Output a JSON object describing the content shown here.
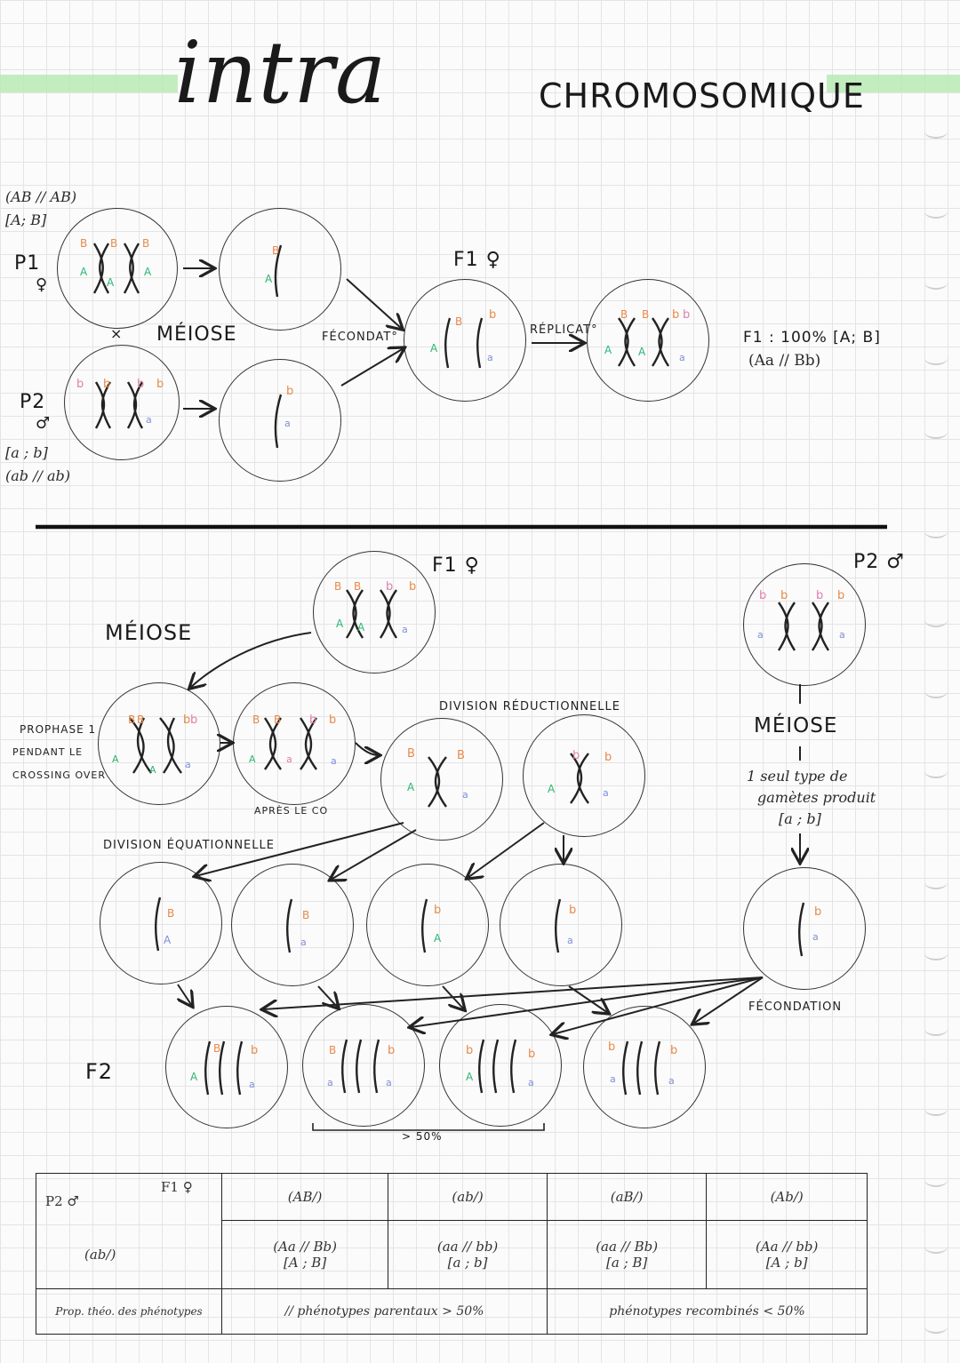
{
  "title": {
    "main": "intra",
    "sub": "CHROMOSOMIQUE"
  },
  "top": {
    "p1": {
      "genotype": "(AB // AB)",
      "phenotype": "[A; B]",
      "name": "P1",
      "sex": "♀"
    },
    "p2": {
      "genotype": "(ab // ab)",
      "phenotype": "[a ; b]",
      "name": "P2",
      "sex": "♂"
    },
    "cross": "×",
    "meiose": "MÉIOSE",
    "fecondat": "FÉCONDAT°",
    "f1": "F1 ♀",
    "replicat": "RÉPLICAT°",
    "result_line1": "F1 : 100% [A; B]",
    "result_line2": "(Aa // Bb)"
  },
  "bottom": {
    "f1": "F1 ♀",
    "p2": "P2 ♂",
    "meiose": "MÉIOSE",
    "prophase": [
      "PROPHASE 1",
      "PENDANT LE",
      "CROSSING OVER"
    ],
    "apres_co": "APRÈS LE CO",
    "div_reduc": "DIVISION RÉDUCTIONNELLE",
    "div_equa": "DIVISION ÉQUATIONNELLE",
    "meiose_p2": "MÉIOSE",
    "p2_note": [
      "1 seul type de",
      "gamètes produit",
      "[a ; b]"
    ],
    "fecondation": "FÉCONDATION",
    "f2": "F2",
    "pct": "> 50%"
  },
  "table": {
    "corner_f1": "F1 ♀",
    "corner_p2": "P2 ♂",
    "gamete_f1": [
      "(AB/)",
      "(ab/)",
      "(aB/)",
      "(Ab/)"
    ],
    "gamete_p2": "(ab/)",
    "geno": [
      "(Aa // Bb)",
      "(aa // bb)",
      "(aa // Bb)",
      "(Aa // bb)"
    ],
    "pheno": [
      "[A ; B]",
      "[a ; b]",
      "[a ; B]",
      "[A ; b]"
    ],
    "footer_label": "Prop. théo. des phénotypes",
    "footer_parental": "// phénotypes parentaux > 50%",
    "footer_recomb": "phénotypes recombinés < 50%"
  },
  "colors": {
    "A": "#2bb673",
    "a": "#7f8fd6",
    "B": "#e88a4a",
    "b": "#e8a070",
    "pink": "#e07fae",
    "highlight": "#b9eab4"
  }
}
